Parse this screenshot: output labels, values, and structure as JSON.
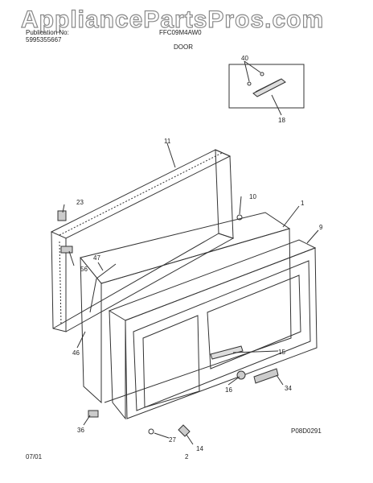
{
  "watermark": "AppliancePartsPros.com",
  "header": {
    "publication_label": "Publication No:",
    "publication_number": "5995355667",
    "model_label": "FFC09M4AW0",
    "section_title": "DOOR"
  },
  "parts": {
    "p40": "40",
    "p18": "18",
    "p11": "11",
    "p23": "23",
    "p10": "10",
    "p1": "1",
    "p9": "9",
    "p47": "47",
    "p56": "56",
    "p46": "46",
    "p15": "15",
    "p34": "34",
    "p16": "16",
    "p36": "36",
    "p27": "27",
    "p14": "14"
  },
  "footer": {
    "diagram_code": "P08D0291",
    "date": "07/01",
    "page_number": "2"
  }
}
